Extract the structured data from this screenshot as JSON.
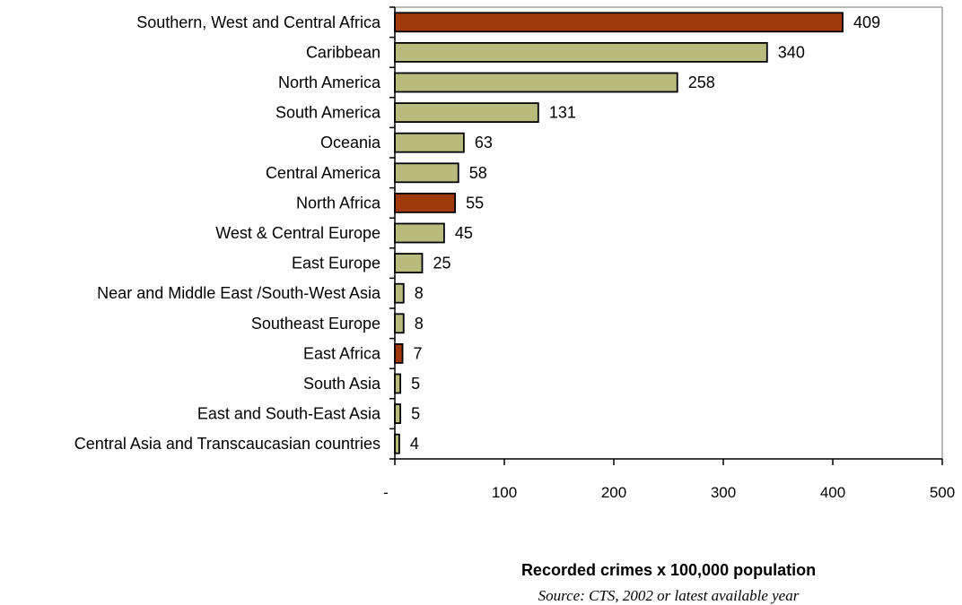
{
  "chart_data": {
    "type": "bar",
    "orientation": "horizontal",
    "categories": [
      "Southern, West and Central Africa",
      "Caribbean",
      "North America",
      "South America",
      "Oceania",
      "Central America",
      "North Africa",
      "West & Central Europe",
      "East Europe",
      "Near and Middle East /South-West Asia",
      "Southeast Europe",
      "East Africa",
      "South Asia",
      "East and South-East Asia",
      "Central Asia  and Transcaucasian countries"
    ],
    "values": [
      409,
      340,
      258,
      131,
      63,
      58,
      55,
      45,
      25,
      8,
      8,
      7,
      5,
      5,
      4
    ],
    "value_labels": [
      "409",
      "340",
      "258",
      "131",
      "63",
      "58",
      "55",
      "45",
      "25",
      "8",
      "8",
      "7",
      "5",
      "5",
      "4"
    ],
    "highlighted": [
      true,
      false,
      false,
      false,
      false,
      false,
      true,
      false,
      false,
      false,
      false,
      true,
      false,
      false,
      false
    ],
    "xlim": [
      0,
      500
    ],
    "xticks": [
      0,
      100,
      200,
      300,
      400,
      500
    ],
    "xtick_labels": [
      "-",
      "100",
      "200",
      "300",
      "400",
      "500"
    ],
    "xlabel": "Recorded crimes x 100,000 population",
    "ylabel": "",
    "title": "",
    "grid": false,
    "colors": {
      "bar_default": "#b8bb7b",
      "bar_highlight": "#a03a0c",
      "bar_outline": "#000000",
      "axis_frame": "#a0a0a0"
    }
  },
  "source_note": "Source: CTS, 2002 or latest available year"
}
